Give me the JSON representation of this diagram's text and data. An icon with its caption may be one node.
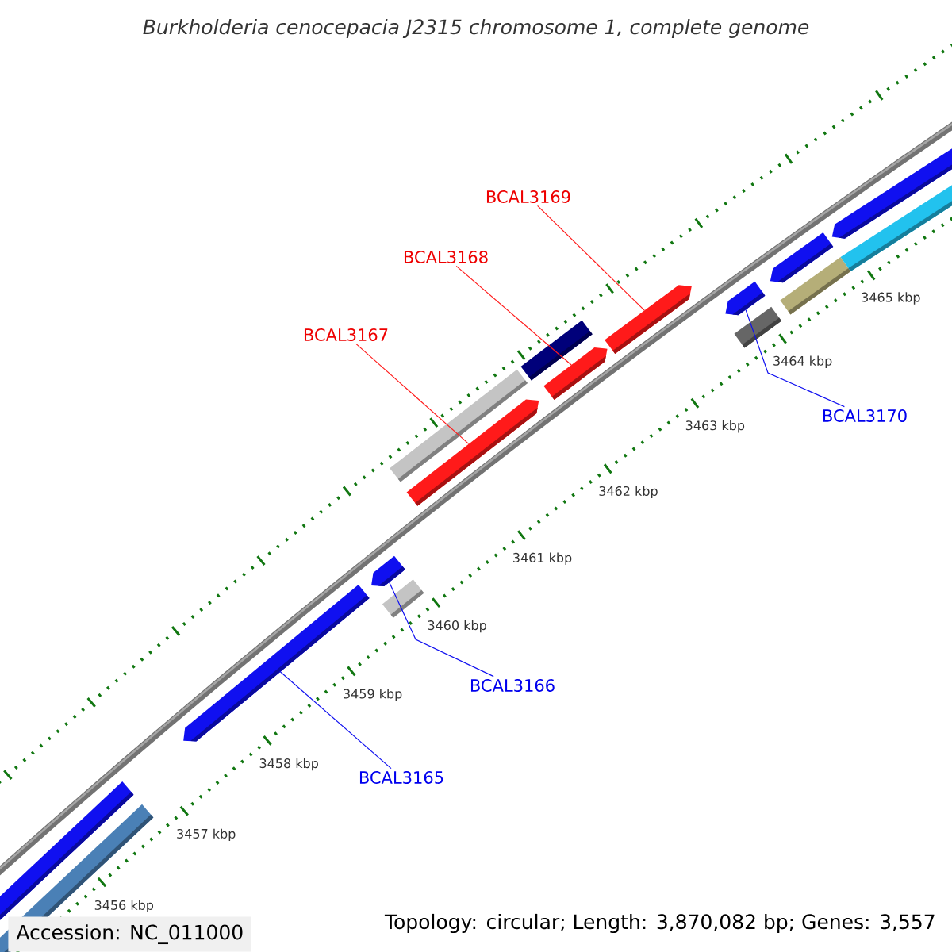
{
  "diagram": {
    "title": "Burkholderia cenocepacia J2315 chromosome 1, complete genome",
    "nodes": [
      {
        "text": [
          "BCAL3169"
        ]
      },
      {
        "text": [
          "BCAL3168"
        ]
      },
      {
        "text": [
          "BCAL3167"
        ]
      },
      {
        "text": [
          "BCAL3170"
        ]
      },
      {
        "text": [
          "BCAL3166"
        ]
      },
      {
        "text": [
          "BCAL3165"
        ]
      },
      {
        "text": [],
        "shape": "bar"
      },
      {
        "text": [],
        "shape": "bar"
      },
      {
        "text": [],
        "shape": "bar"
      },
      {
        "text": [],
        "shape": "bar"
      },
      {
        "text": [],
        "shape": "bar"
      },
      {
        "text": [],
        "shape": "bar"
      }
    ],
    "edges": [
      {
        "from": 0,
        "to": 10,
        "arrow": "none",
        "color": "#ff0000"
      },
      {
        "from": 1,
        "to": 9,
        "arrow": "none",
        "color": "#ff0000"
      },
      {
        "from": 2,
        "to": 8,
        "arrow": "none",
        "color": "#ff0000"
      },
      {
        "from": 3,
        "to": 11,
        "arrow": "none",
        "color": "#0000ff"
      },
      {
        "from": 4,
        "to": 7,
        "arrow": "none",
        "color": "#0000ff"
      },
      {
        "from": 5,
        "to": 6,
        "arrow": "none",
        "color": "#0000ff"
      }
    ],
    "labels": [
      "3465 kbp",
      "3464 kbp",
      "3463 kbp",
      "3462 kbp",
      "3461 kbp",
      "3460 kbp",
      "3459 kbp",
      "3458 kbp",
      "3457 kbp",
      "3456 kbp",
      "Accession: NC_011000",
      "Topology: circular; Length: 3,870,082 bp; Genes: 3,557"
    ]
  }
}
